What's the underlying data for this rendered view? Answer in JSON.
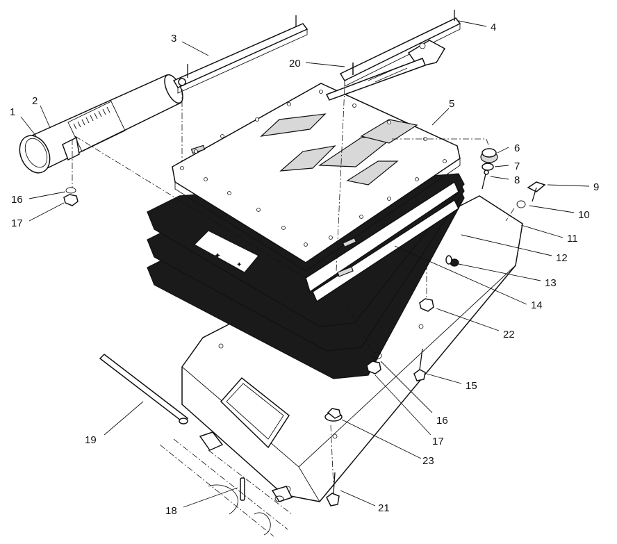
{
  "callouts": {
    "c1": "1",
    "c2": "2",
    "c3": "3",
    "c4": "4",
    "c5": "5",
    "c6": "6",
    "c7": "7",
    "c8": "8",
    "c9": "9",
    "c10": "10",
    "c11": "11",
    "c12": "12",
    "c13": "13",
    "c14": "14",
    "c15": "15",
    "c16a": "16",
    "c16b": "16",
    "c17a": "17",
    "c17b": "17",
    "c18": "18",
    "c19": "19",
    "c20": "20",
    "c21": "21",
    "c22": "22",
    "c23": "23"
  },
  "icons": {
    "seat_symbol": "seat-adjust-icon"
  }
}
